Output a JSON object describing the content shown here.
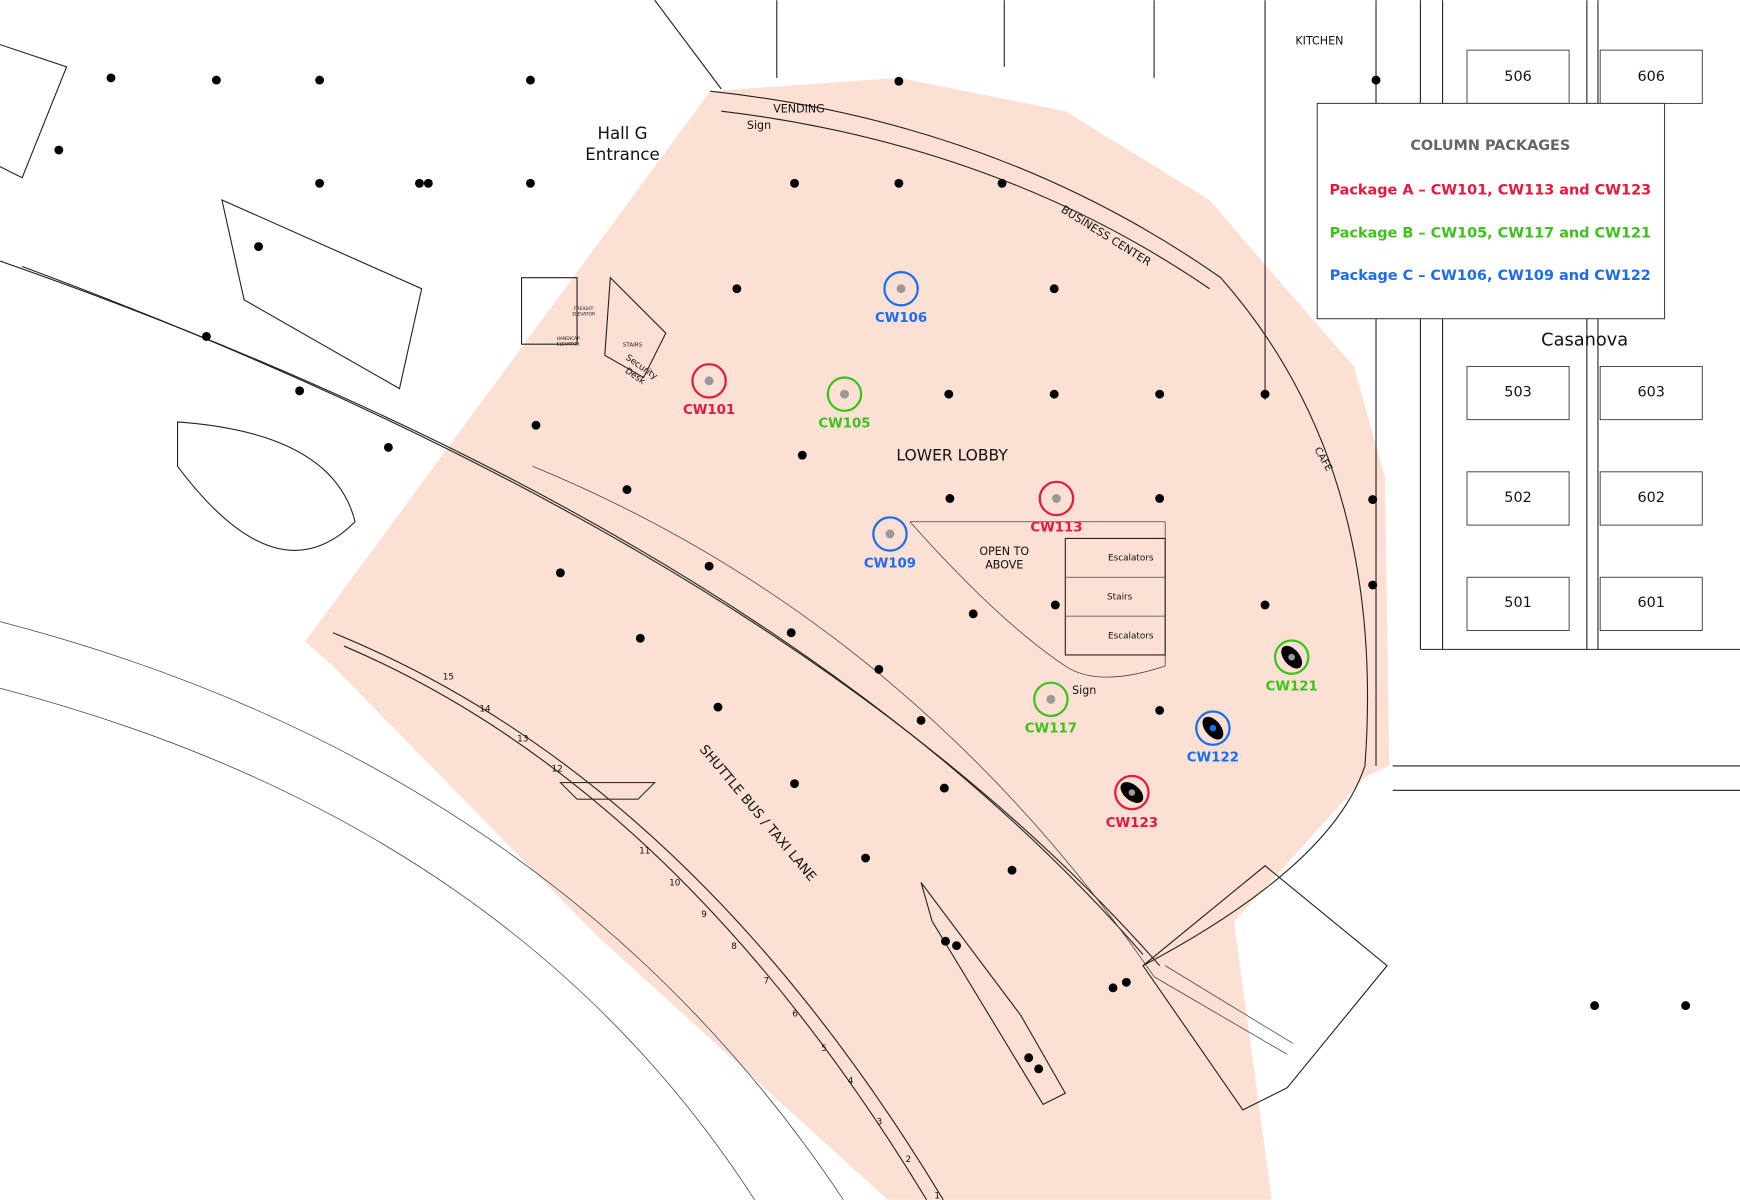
{
  "colors": {
    "package_a": "#e8173c",
    "package_b": "#3cc21b",
    "package_c": "#1a6cf0",
    "highlight_area": "#fbe0d3"
  },
  "legend": {
    "title": "COLUMN PACKAGES",
    "package_a": "Package A – CW101, CW113 and CW123",
    "package_b": "Package B – CW105, CW117 and CW121",
    "package_c": "Package C – CW106, CW109 and CW122"
  },
  "markers": {
    "cw101": "CW101",
    "cw105": "CW105",
    "cw106": "CW106",
    "cw109": "CW109",
    "cw113": "CW113",
    "cw117": "CW117",
    "cw121": "CW121",
    "cw122": "CW122",
    "cw123": "CW123"
  },
  "labels": {
    "hall_g_1": "Hall G",
    "hall_g_2": "Entrance",
    "vending": "VENDING",
    "sign": "Sign",
    "kitchen": "KITCHEN",
    "business_center": "BUSINESS CENTER",
    "lower_lobby": "LOWER LOBBY",
    "open_1": "OPEN TO",
    "open_2": "ABOVE",
    "escalators": "Escalators",
    "stairs": "Stairs",
    "stairs_small": "STAIRS",
    "security_1": "Security",
    "security_2": "Desk",
    "freight_1": "FREIGHT",
    "freight_2": "ELEVATOR",
    "handicap_1": "HANDICAP",
    "handicap_2": "ELEVATOR",
    "cafe": "CAFE",
    "casanova": "Casanova",
    "shuttle": "SHUTTLE BUS / TAXI LANE"
  },
  "rooms": {
    "r506": "506",
    "r606": "606",
    "r503": "503",
    "r603": "603",
    "r502": "502",
    "r602": "602",
    "r501": "501",
    "r601": "601"
  },
  "bays": [
    "1",
    "2",
    "3",
    "4",
    "5",
    "6",
    "7",
    "8",
    "9",
    "10",
    "11",
    "12",
    "13",
    "14",
    "15"
  ]
}
